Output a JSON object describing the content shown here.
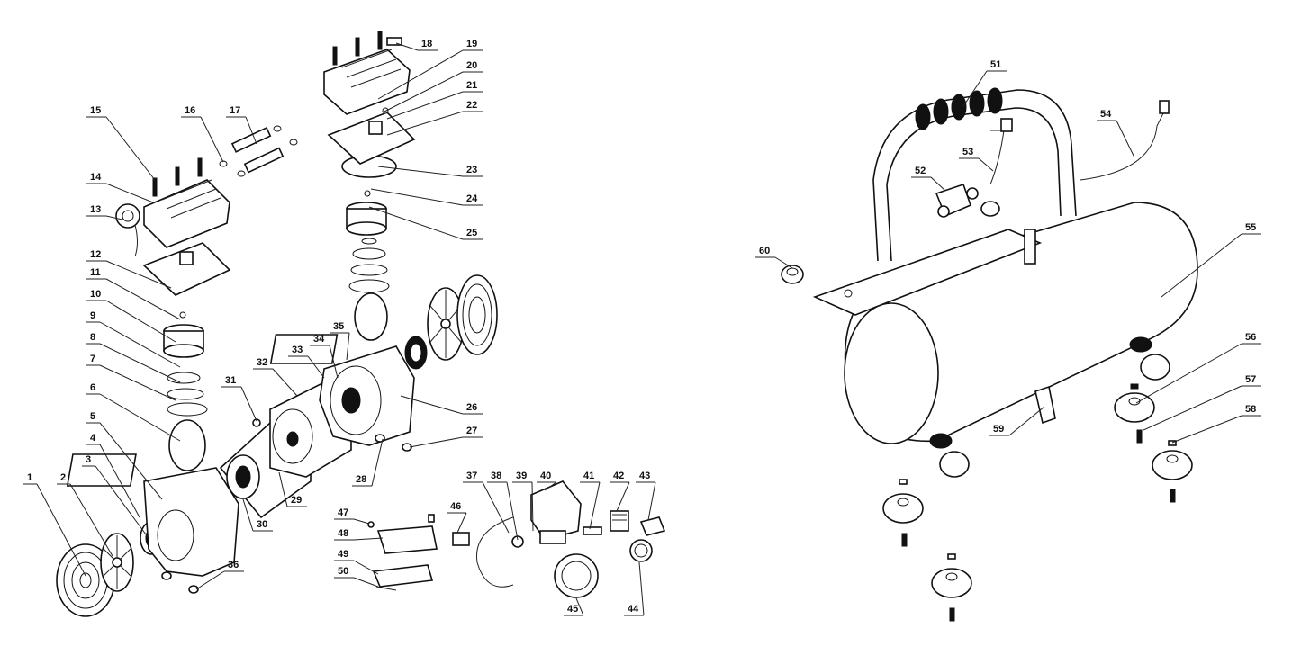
{
  "diagram": {
    "callouts": [
      "1",
      "2",
      "3",
      "4",
      "5",
      "6",
      "7",
      "8",
      "9",
      "10",
      "11",
      "12",
      "13",
      "14",
      "15",
      "16",
      "17",
      "18",
      "19",
      "20",
      "21",
      "22",
      "23",
      "24",
      "25",
      "26",
      "27",
      "28",
      "29",
      "30",
      "31",
      "32",
      "33",
      "34",
      "35",
      "36",
      "37",
      "38",
      "39",
      "40",
      "41",
      "42",
      "43",
      "44",
      "45",
      "46",
      "47",
      "48",
      "49",
      "50",
      "51",
      "52",
      "53",
      "54",
      "55",
      "56",
      "57",
      "58",
      "59",
      "60"
    ],
    "colors": {
      "ink": "#111111",
      "paper": "#ffffff"
    }
  }
}
